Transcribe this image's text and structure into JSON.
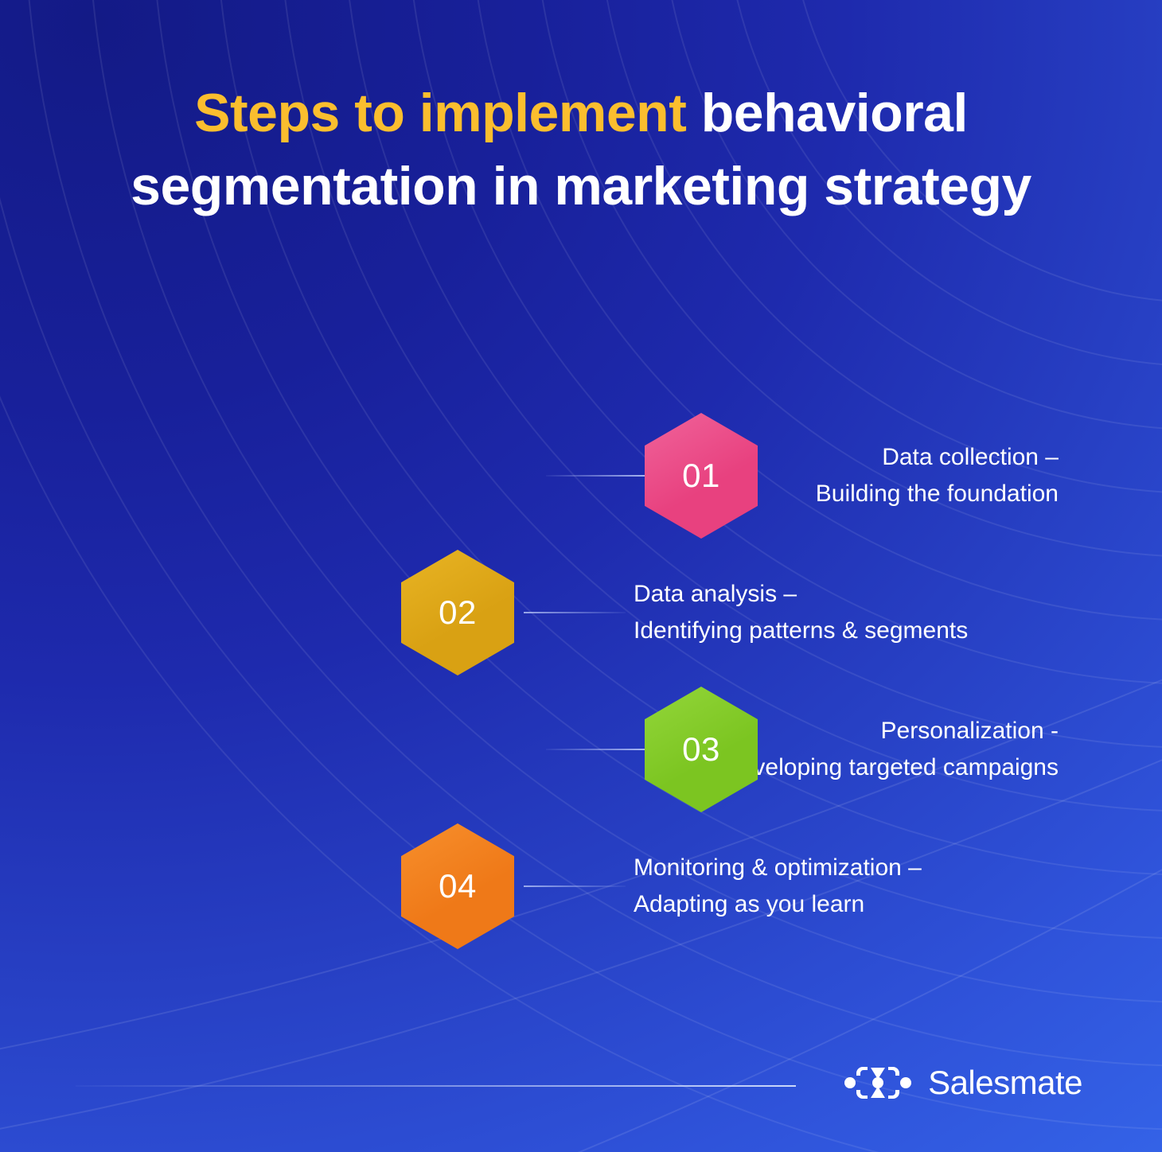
{
  "title": {
    "accent_text": "Steps to implement",
    "rest_text": " behavioral segmentation in marketing strategy",
    "accent_color": "#fbbe2e",
    "text_color": "#ffffff"
  },
  "steps": [
    {
      "number": "01",
      "label": "Data collection –\nBuilding the foundation",
      "color": "#e8417f",
      "color_light": "#f0639a",
      "side": "left"
    },
    {
      "number": "02",
      "label": "Data analysis –\nIdentifying patterns & segments",
      "color": "#d9a113",
      "color_light": "#e8b424",
      "side": "right"
    },
    {
      "number": "03",
      "label": "Personalization -\nDeveloping targeted campaigns",
      "color": "#7cc521",
      "color_light": "#93d63a",
      "side": "left"
    },
    {
      "number": "04",
      "label": "Monitoring & optimization –\nAdapting as you learn",
      "color": "#ef7918",
      "color_light": "#f78f2c",
      "side": "right"
    }
  ],
  "brand": {
    "name": "Salesmate",
    "mark": "salesmate-logo-icon"
  },
  "background": {
    "top_left_color": "#161c8c",
    "bottom_right_color": "#3a72f2"
  }
}
